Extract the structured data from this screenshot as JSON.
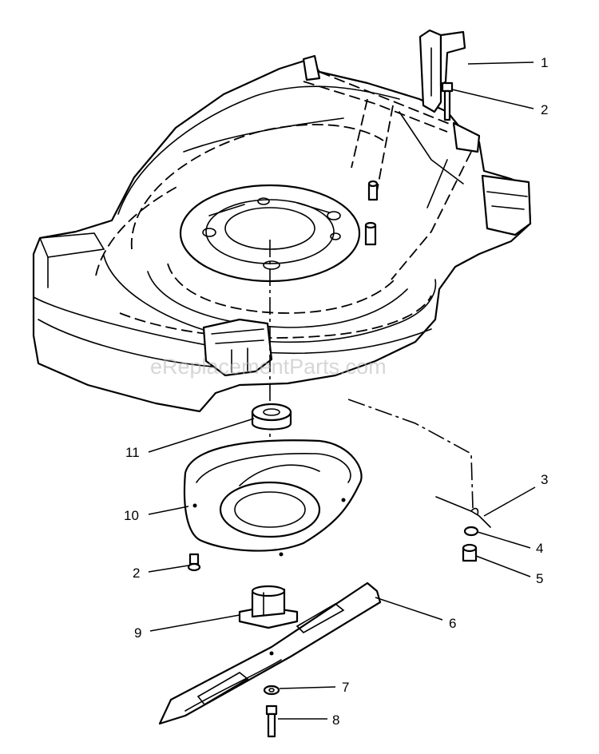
{
  "watermark": "eReplacementParts.com",
  "callouts": [
    {
      "id": "c1",
      "label": "1"
    },
    {
      "id": "c2a",
      "label": "2"
    },
    {
      "id": "c3",
      "label": "3"
    },
    {
      "id": "c4",
      "label": "4"
    },
    {
      "id": "c5",
      "label": "5"
    },
    {
      "id": "c6",
      "label": "6"
    },
    {
      "id": "c7",
      "label": "7"
    },
    {
      "id": "c8",
      "label": "8"
    },
    {
      "id": "c9",
      "label": "9"
    },
    {
      "id": "c10",
      "label": "10"
    },
    {
      "id": "c2b",
      "label": "2"
    },
    {
      "id": "c11",
      "label": "11"
    }
  ],
  "colors": {
    "line": "#000000",
    "background": "#ffffff",
    "watermark": "#b5b5b5"
  }
}
